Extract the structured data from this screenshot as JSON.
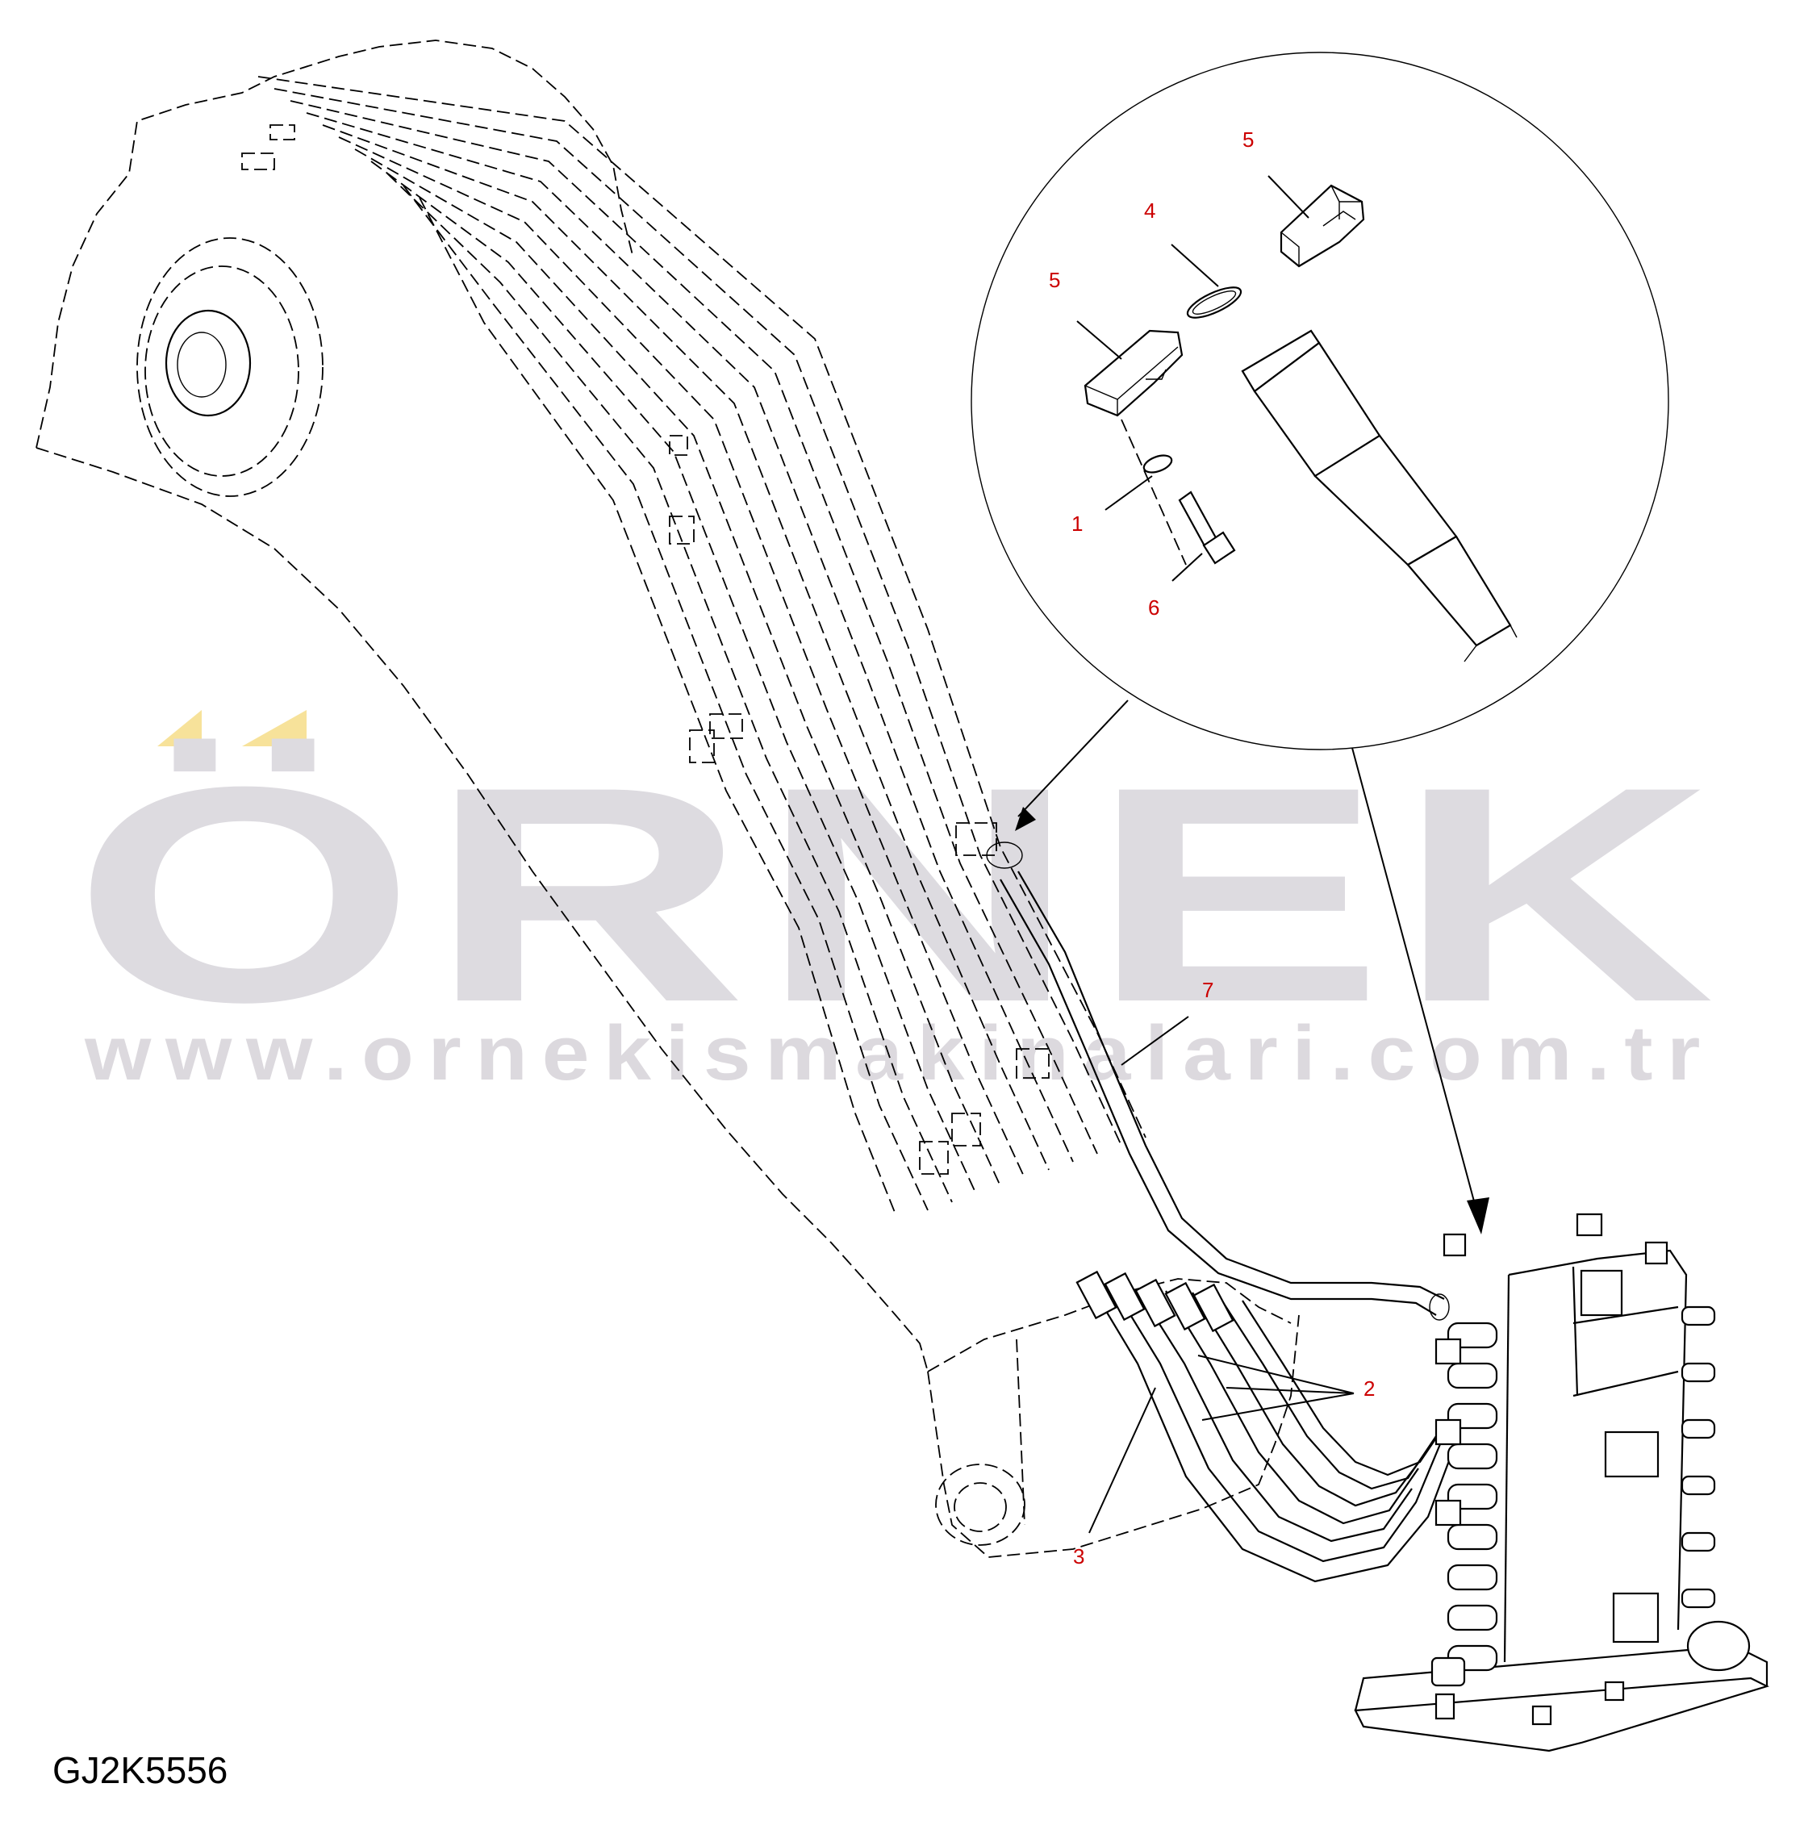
{
  "watermark": {
    "brand": "ÖRNEK",
    "url": "www.ornekismakinalari.com.tr",
    "accent_color": "#f7e29a",
    "text_color": "#dddbe0"
  },
  "drawing_code": "GJ2K5556",
  "callouts": [
    "1",
    "2",
    "3",
    "4",
    "5",
    "5",
    "6",
    "7"
  ],
  "callout_color": "#cc0000"
}
